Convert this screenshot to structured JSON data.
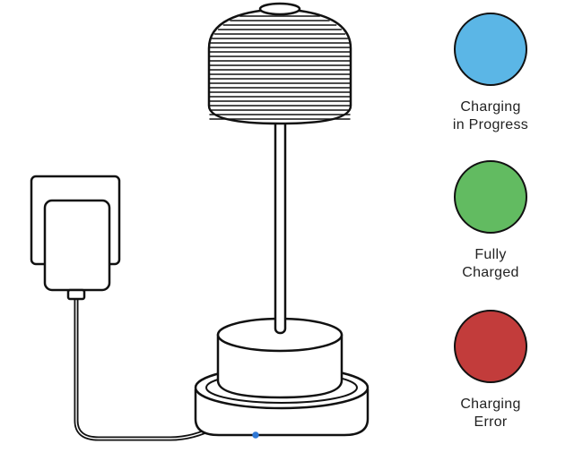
{
  "colors": {
    "outline": "#111111",
    "led": "#2f78d6"
  },
  "illustration": {
    "lamp": "table-lamp-icon",
    "charger": "wall-plug-adapter-icon",
    "dock": "charging-base-icon"
  },
  "legend": [
    {
      "label": "Charging\nin Progress",
      "color": "#5bb6e6"
    },
    {
      "label": "Fully\nCharged",
      "color": "#62bb61"
    },
    {
      "label": "Charging\nError",
      "color": "#c23c3b"
    }
  ]
}
